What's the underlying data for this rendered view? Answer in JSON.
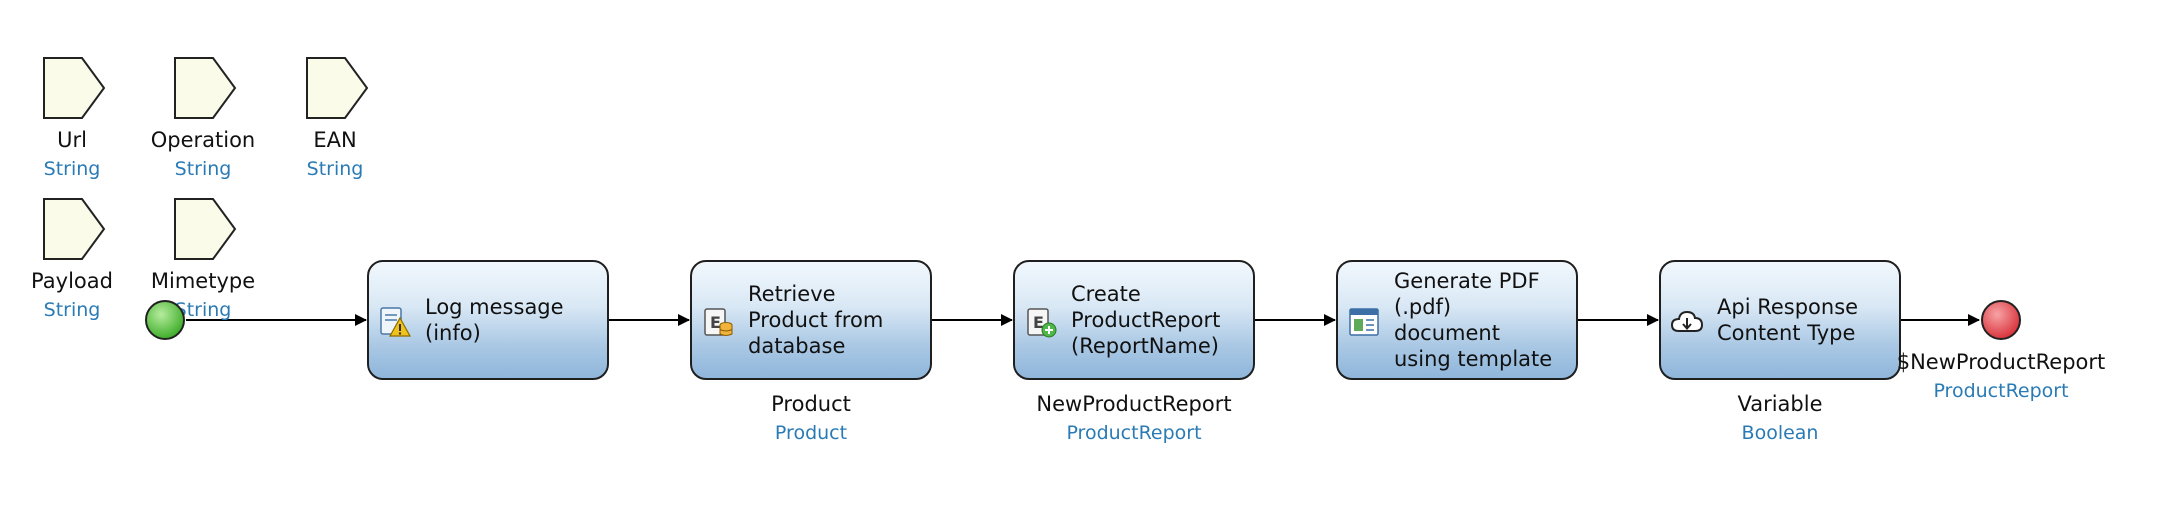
{
  "parameters": [
    {
      "name": "Url",
      "type": "String"
    },
    {
      "name": "Operation",
      "type": "String"
    },
    {
      "name": "EAN",
      "type": "String"
    },
    {
      "name": "Payload",
      "type": "String"
    },
    {
      "name": "Mimetype",
      "type": "String"
    }
  ],
  "activities": [
    {
      "label": "Log message\n(info)",
      "icon": "log-warning-icon",
      "output_name": "",
      "output_type": ""
    },
    {
      "label": "Retrieve\nProduct from\ndatabase",
      "icon": "retrieve-database-icon",
      "output_name": "Product",
      "output_type": "Product"
    },
    {
      "label": "Create\nProductReport\n(ReportName)",
      "icon": "create-object-icon",
      "output_name": "NewProductReport",
      "output_type": "ProductReport"
    },
    {
      "label": "Generate PDF\n(.pdf)\ndocument\nusing template",
      "icon": "document-template-icon",
      "output_name": "",
      "output_type": ""
    },
    {
      "label": "Api Response\nContent Type",
      "icon": "cloud-download-icon",
      "output_name": "Variable",
      "output_type": "Boolean"
    }
  ],
  "end_event": {
    "return_value": "$NewProductReport",
    "return_type": "ProductReport"
  },
  "colors": {
    "activity_border": "#1f1f1f",
    "type_text": "#2a7bb5",
    "start_event": "#3fae2a",
    "end_event": "#d9343c",
    "parameter_fill": "#fbfbea"
  }
}
